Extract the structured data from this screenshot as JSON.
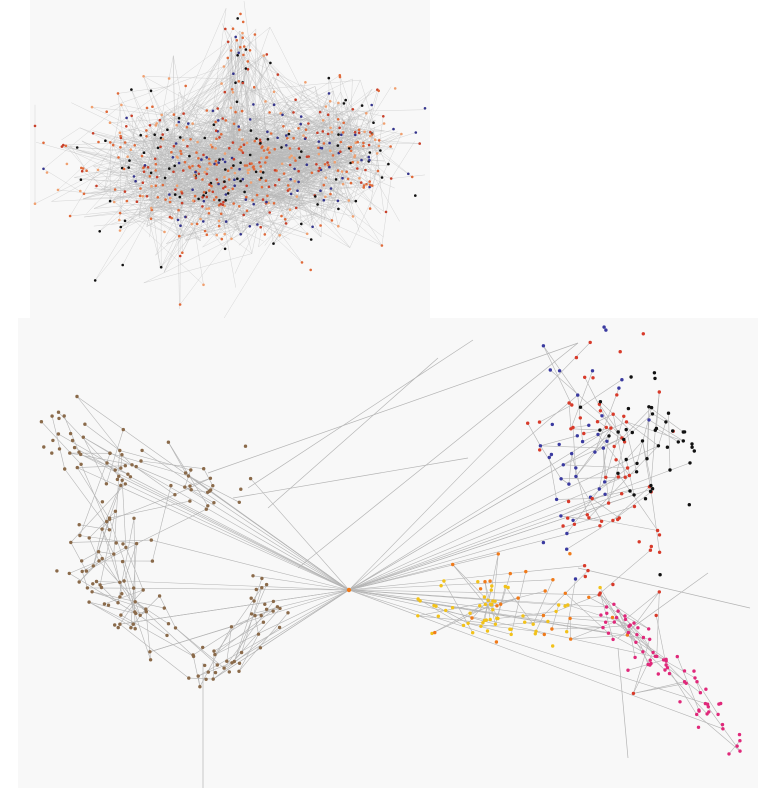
{
  "figure": {
    "panels": [
      {
        "id": "top",
        "description_kind": "dense-hairball",
        "colors": {
          "edge": "#b8b8b8",
          "node_primary": "#e06a3a",
          "node_secondary": "#c8402a",
          "node_tertiary": "#111111",
          "node_quaternary": "#34348c",
          "node_peach": "#f0a070"
        }
      },
      {
        "id": "bottom",
        "description_kind": "clustered-layout",
        "colors": {
          "edge": "#b4b4b4",
          "cluster_brown": "#8a6a4a",
          "cluster_blue": "#3a3aa0",
          "cluster_red": "#d83a2a",
          "cluster_black": "#111111",
          "cluster_yellow": "#f2c21a",
          "cluster_orange": "#f07a1a",
          "cluster_pink": "#e0287a"
        }
      }
    ]
  }
}
